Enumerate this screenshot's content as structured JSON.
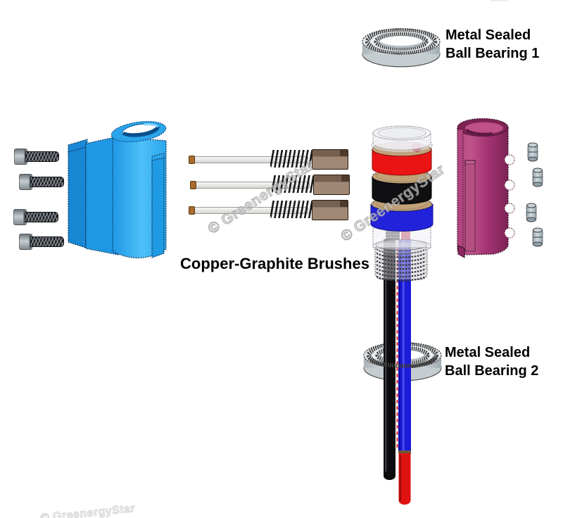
{
  "diagram": {
    "labels": {
      "bearing1": {
        "line1": "Metal Sealed",
        "line2": "Ball Bearing 1"
      },
      "brushes": {
        "text": "Copper-Graphite Brushes"
      },
      "bearing2": {
        "line1": "Metal Sealed",
        "line2": "Ball Bearing 2"
      }
    },
    "watermark": {
      "text": "© GreenergyStar"
    },
    "parts": [
      {
        "name": "metal-sealed-ball-bearing-1",
        "label": "Metal Sealed Ball Bearing 1"
      },
      {
        "name": "socket-head-cap-screws-left",
        "count": 4
      },
      {
        "name": "housing-half-blue",
        "color": "#35b2f2"
      },
      {
        "name": "copper-graphite-brushes",
        "count": 3,
        "label": "Copper-Graphite Brushes"
      },
      {
        "name": "slip-ring-shaft-assembly",
        "ring_colors": [
          "#ea1414",
          "#101012",
          "#2222da"
        ]
      },
      {
        "name": "housing-half-purple",
        "color": "#a23272"
      },
      {
        "name": "standoff-nuts-right",
        "count": 4
      },
      {
        "name": "metal-sealed-ball-bearing-2",
        "label": "Metal Sealed Ball Bearing 2"
      },
      {
        "name": "lead-wires",
        "colors": [
          "#0d0d0f",
          "#1b1bd8",
          "#e01212"
        ]
      }
    ],
    "colors": {
      "blue-light": "#3cb8f6",
      "blue-mid": "#1e98e4",
      "blue-dark": "#0f6fb4",
      "purple-light": "#c2548e",
      "purple-mid": "#a23272",
      "purple-dark": "#6e1f4a",
      "ring-red": "#ea1414",
      "ring-black": "#101012",
      "ring-blue": "#2222da",
      "ring-tan": "#c2a176",
      "wire-black": "#0d0d0f",
      "wire-blue": "#1b1bd8",
      "wire-red": "#e01212",
      "brush-block": "#a08875",
      "brush-block-dark": "#76604f",
      "knurl": "#3c3c3c",
      "label-color": "#000000",
      "watermark-color": "#b9b9b9"
    }
  }
}
